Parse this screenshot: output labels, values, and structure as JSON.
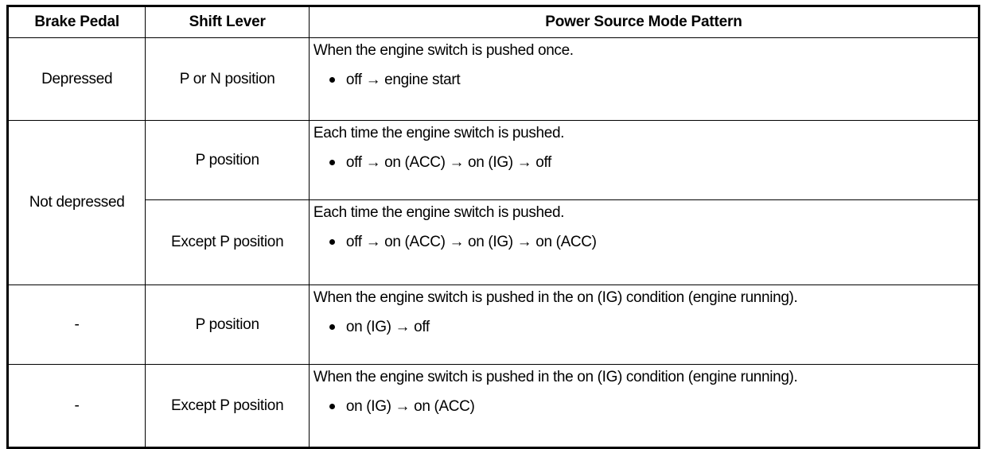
{
  "table": {
    "headers": [
      {
        "id": "brake-pedal",
        "label": "Brake Pedal"
      },
      {
        "id": "shift-lever",
        "label": "Shift Lever"
      },
      {
        "id": "power-source-mode-pattern",
        "label": "Power Source Mode Pattern"
      }
    ],
    "rows": [
      {
        "brake_pedal": "Depressed",
        "shift_lever": "P or N position",
        "pattern_text": "When the engine switch is pushed once.",
        "pattern_bullet": "off → engine start"
      },
      {
        "brake_pedal": "Not depressed",
        "shift_lever": "P position",
        "pattern_text": "Each time the engine switch is pushed.",
        "pattern_bullet": "off → on (ACC) → on (IG) → off"
      },
      {
        "brake_pedal": "",
        "shift_lever": "Except P position",
        "pattern_text": "Each time the engine switch is pushed.",
        "pattern_bullet": "off → on (ACC) → on (IG) → on (ACC)"
      },
      {
        "brake_pedal": "-",
        "shift_lever": "P position",
        "pattern_text": "When the engine switch is pushed in the on (IG) condition (engine running).",
        "pattern_bullet": "on (IG) → off"
      },
      {
        "brake_pedal": "-",
        "shift_lever": "Except P position",
        "pattern_text": "When the engine switch is pushed in the on (IG) condition (engine running).",
        "pattern_bullet": "on (IG) → on (ACC)"
      }
    ]
  },
  "style": {
    "border_color": "#000000",
    "text_color": "#000000",
    "background": "#ffffff"
  }
}
